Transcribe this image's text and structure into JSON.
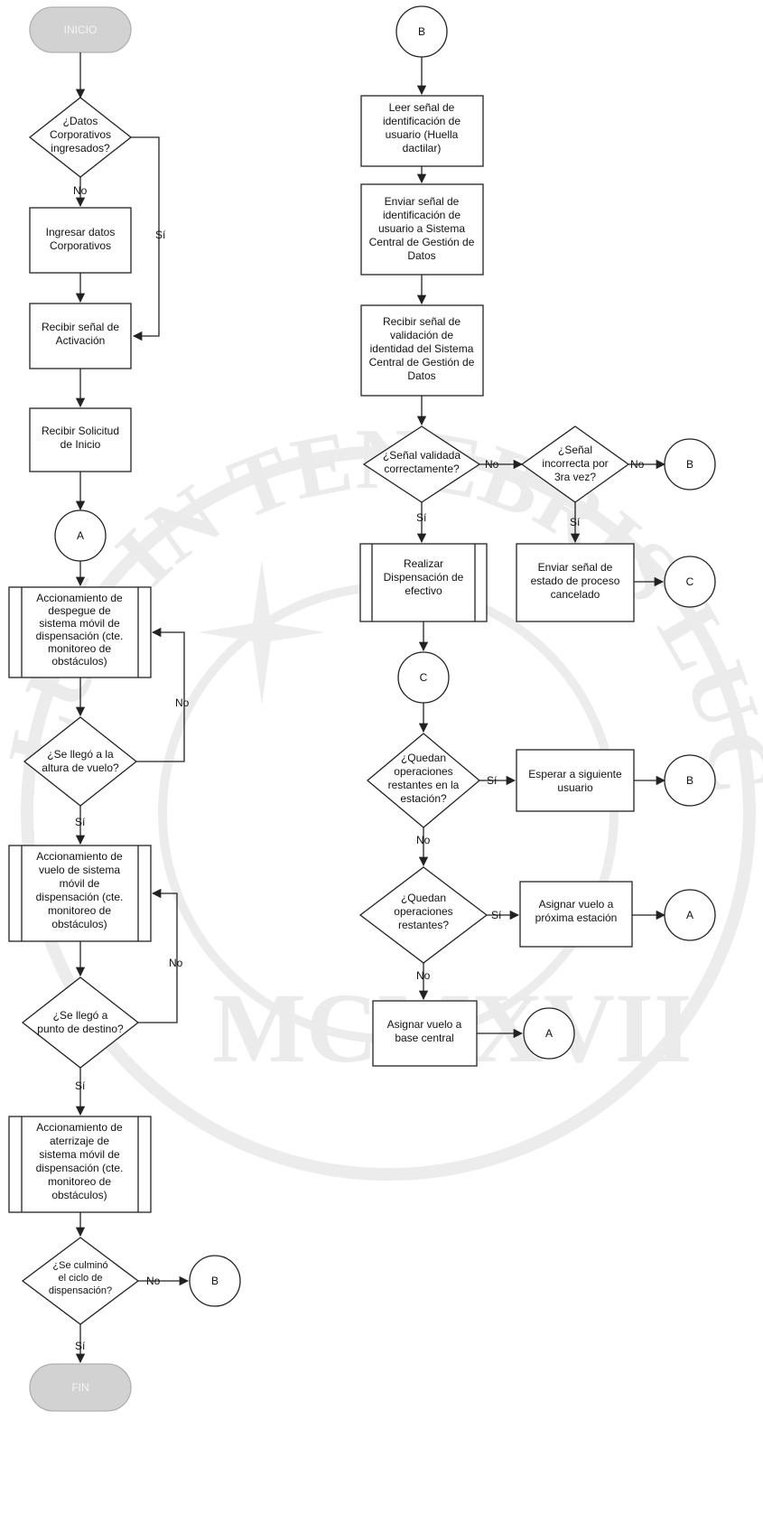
{
  "nodes": {
    "inicio": "INICIO",
    "fin": "FIN",
    "d_datos": [
      "¿Datos",
      "Corporativos",
      "ingresados?"
    ],
    "p_ingresar": [
      "Ingresar datos",
      "Corporativos"
    ],
    "p_activacion": [
      "Recibir señal de",
      "Activación"
    ],
    "p_solicitud": [
      "Recibir Solicitud",
      "de Inicio"
    ],
    "s_despegue": [
      "Accionamiento de",
      "despegue de",
      "sistema móvil de",
      "dispensación (cte.",
      "monitoreo de",
      "obstáculos)"
    ],
    "d_altura": [
      "¿Se llegó a la",
      "altura de vuelo?"
    ],
    "s_vuelo": [
      "Accionamiento de",
      "vuelo de sistema",
      "móvil de",
      "dispensación (cte.",
      "monitoreo de",
      "obstáculos)"
    ],
    "d_destino": [
      "¿Se llegó a",
      "punto de destino?"
    ],
    "s_aterrizaje": [
      "Accionamiento de",
      "aterrizaje de",
      "sistema móvil de",
      "dispensación (cte.",
      "monitoreo de",
      "obstáculos)"
    ],
    "d_ciclo": [
      "¿Se culminó",
      "el ciclo de",
      "dispensación?"
    ],
    "p_leer": [
      "Leer  señal de",
      "identificación de",
      "usuario (Huella",
      "dactilar)"
    ],
    "p_enviar": [
      "Enviar señal de",
      "identificación de",
      "usuario a Sistema",
      "Central de Gestión de",
      "Datos"
    ],
    "p_recibir_val": [
      "Recibir señal de",
      "validación de",
      "identidad del Sistema",
      "Central de Gestión de",
      "Datos"
    ],
    "d_validada": [
      "¿Señal validada",
      "correctamente?"
    ],
    "d_incorrecta": [
      "¿Señal",
      "incorrecta por",
      "3ra vez?"
    ],
    "s_realizar": [
      "Realizar",
      "Dispensación de",
      "efectivo"
    ],
    "p_cancelado": [
      "Enviar señal de",
      "estado de proceso",
      "cancelado"
    ],
    "d_quedan_est": [
      "¿Quedan",
      "operaciones",
      "restantes en la",
      "estación?"
    ],
    "p_esperar": [
      "Esperar a siguiente",
      "usuario"
    ],
    "d_quedan": [
      "¿Quedan",
      "operaciones",
      "restantes?"
    ],
    "p_proxima": [
      "Asignar vuelo a",
      "próxima estación"
    ],
    "p_base": [
      "Asignar vuelo a",
      "base central"
    ]
  },
  "connectors": {
    "A": "A",
    "B": "B",
    "C": "C"
  },
  "edge_labels": {
    "yes": "Sí",
    "no": "No"
  },
  "watermark": {
    "motto_top": "LUX IN TENEBRIS LUCET",
    "numerals": "MCMXVII"
  }
}
